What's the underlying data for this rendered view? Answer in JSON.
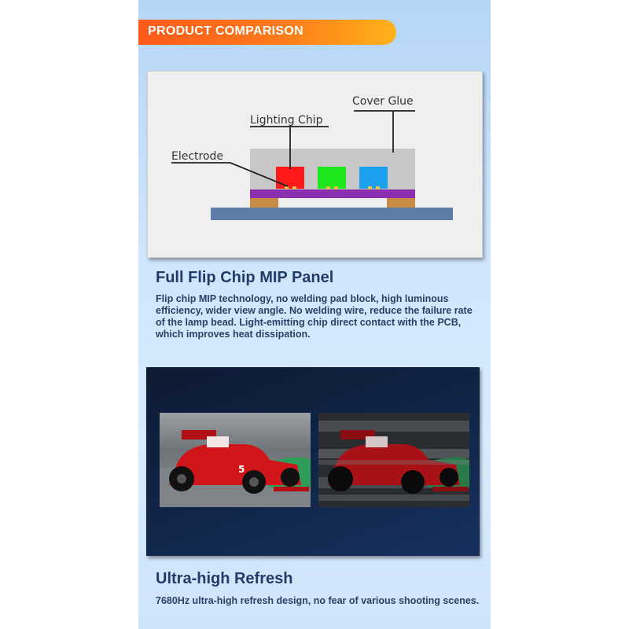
{
  "header": {
    "badge": "PRODUCT COMPARISON"
  },
  "diagram": {
    "labels": {
      "cover_glue": "Cover Glue",
      "lighting_chip": "Lighting Chip",
      "electrode": "Electrode"
    },
    "colors": {
      "red_chip": "#ff1a1a",
      "green_chip": "#1de61d",
      "blue_chip": "#1aa0ee",
      "substrate": "#8a2fb0",
      "pcb": "#5d7fa6",
      "pads": "#c98a45",
      "glue": "#c8c8c8"
    }
  },
  "section1": {
    "title": "Full Flip Chip MIP Panel",
    "description": "Flip chip MIP technology, no welding pad block, high luminous efficiency, wider view angle. No welding wire, reduce the failure rate of the lamp bead. Light-emitting chip direct contact with the PCB, which improves heat dissipation."
  },
  "section2": {
    "title": "Ultra-high Refresh",
    "description": "7680Hz ultra-high refresh design, no fear of various shooting scenes."
  }
}
